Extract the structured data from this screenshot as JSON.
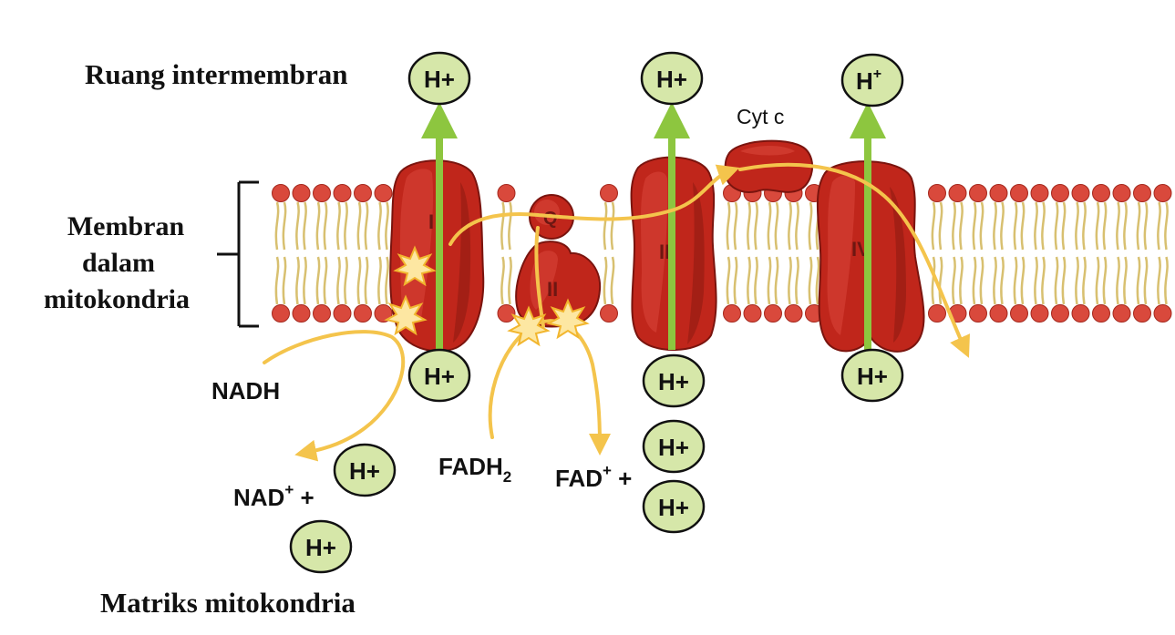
{
  "labels": {
    "intermembrane": "Ruang intermembran",
    "membrane_line1": "Membran",
    "membrane_line2": "dalam",
    "membrane_line3": "mitokondria",
    "matrix": "Matriks mitokondria",
    "cyt_c": "Cyt c",
    "q": "Q",
    "nadh": "NADH",
    "nad_base": "NAD",
    "nad_sup": "+",
    "nad_plus": " +",
    "fadh_base": "FADH",
    "fadh_sub": "2",
    "fad_base": "FAD",
    "fad_sup": "+",
    "fad_plus": " +"
  },
  "complexes": [
    {
      "label": "I"
    },
    {
      "label": "II"
    },
    {
      "label": "III"
    },
    {
      "label": "IV"
    }
  ],
  "ions": {
    "top_1": {
      "base": "H+",
      "sup": ""
    },
    "top_3": {
      "base": "H+",
      "sup": ""
    },
    "top_4": {
      "base": "H",
      "sup": "+"
    },
    "bottom_1": {
      "base": "H+",
      "sup": ""
    },
    "bottom_3": {
      "base": "H+",
      "sup": ""
    },
    "bottom_4": {
      "base": "H+",
      "sup": ""
    },
    "matrix_nad_a": {
      "base": "H+",
      "sup": ""
    },
    "matrix_nad_b": {
      "base": "H+",
      "sup": ""
    },
    "matrix_fad_a": {
      "base": "H+",
      "sup": ""
    },
    "matrix_fad_b": {
      "base": "H+",
      "sup": ""
    }
  },
  "colors": {
    "protein": "#c0261b",
    "protein_highlight": "#d9463a",
    "protein_shadow": "#8f1a12",
    "lipid_head": "#d9493c",
    "lipid_tail": "#d8c070",
    "ion_fill": "#d6e7a9",
    "proton_arrow": "#8dc63f",
    "electron_path": "#f4c44c",
    "star": "#fde7a2"
  }
}
